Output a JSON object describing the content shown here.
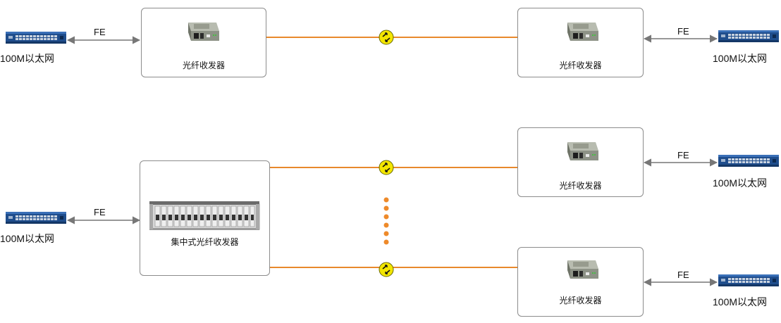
{
  "labels": {
    "ethernet": "100M以太网",
    "fe": "FE",
    "converter": "光纤收发器",
    "chassis": "集中式光纤收发器"
  },
  "colors": {
    "fiber_line": "#e8892c",
    "fiber_dots": "#ee8a2a",
    "connector_fill": "#f3e600",
    "arrow": "#777777",
    "switch_body": "#1f4d8c"
  },
  "icons": {
    "switch": "ethernet-switch-icon",
    "converter": "media-converter-icon",
    "chassis": "rack-chassis-icon",
    "connector": "fiber-connector-icon"
  }
}
